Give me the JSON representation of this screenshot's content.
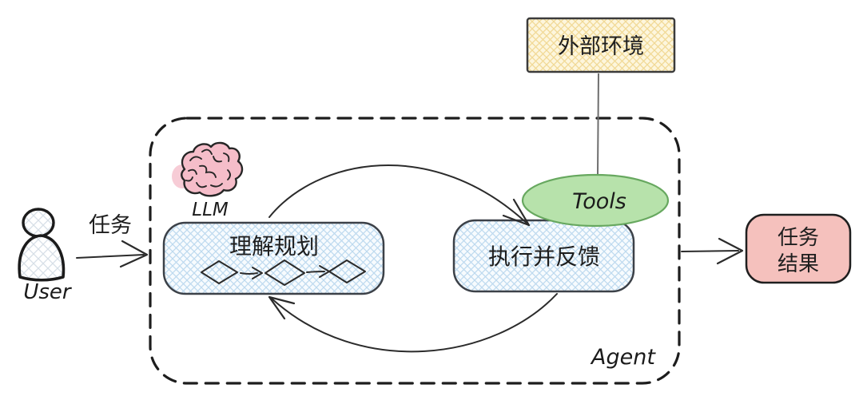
{
  "canvas": {
    "background": "#ffffff"
  },
  "agent": {
    "label": "Agent",
    "border_color": "#1d1d1d"
  },
  "user": {
    "label": "User",
    "task_label": "任务",
    "hatch": "#d7dfe7"
  },
  "nodes": {
    "external_env": {
      "label": "外部环境",
      "base": "#fdf6dd",
      "hatch": "#f1d995",
      "stroke": "#3b3b3b"
    },
    "tools": {
      "label": "Tools",
      "fill": "#b7e2ab",
      "stroke": "#67a85f"
    },
    "llm": {
      "label": "LLM",
      "brain_fill": "#f5bdc9",
      "stroke": "#262626"
    },
    "plan": {
      "label": "理解规划",
      "base": "#f7fbfe",
      "hatch": "#bdd9ef",
      "stroke": "#3c4148"
    },
    "execute": {
      "label": "执行并反馈",
      "base": "#f7fbfe",
      "hatch": "#bdd9ef",
      "stroke": "#3c4148"
    },
    "result": {
      "label_line1": "任务",
      "label_line2": "结果",
      "fill": "#f5c1bd",
      "stroke": "#1f1f1f"
    }
  }
}
